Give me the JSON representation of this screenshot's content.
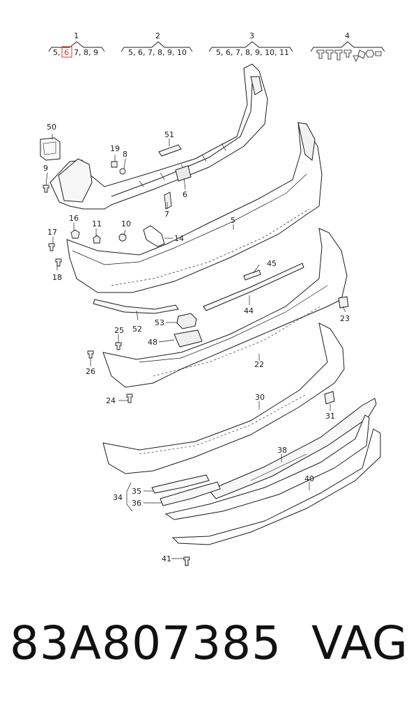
{
  "header_groups": [
    {
      "number": "1",
      "items": [
        "5,",
        "6",
        "7, 8, 9"
      ],
      "highlight_index": 1
    },
    {
      "number": "2",
      "items": [
        "5, 6, 7, 8, 9, 10"
      ]
    },
    {
      "number": "3",
      "items": [
        "5, 6, 7, 8, 9, 10, 11"
      ]
    },
    {
      "number": "4",
      "items": []
    }
  ],
  "callouts": {
    "c50": "50",
    "c51": "51",
    "c19": "19",
    "c8": "8",
    "c9": "9",
    "c6": "6",
    "c7": "7",
    "c16": "16",
    "c11": "11",
    "c10": "10",
    "c14": "14",
    "c17": "17",
    "c18": "18",
    "c5": "5",
    "c45": "45",
    "c44": "44",
    "c23": "23",
    "c53": "53",
    "c48": "48",
    "c52": "52",
    "c25": "25",
    "c26": "26",
    "c22": "22",
    "c24": "24",
    "c30": "30",
    "c31": "31",
    "c38": "38",
    "c35": "35",
    "c34": "34",
    "c36": "36",
    "c40": "40",
    "c41": "41"
  },
  "footer": {
    "part_number": "83A807385",
    "brand": "VAG"
  },
  "colors": {
    "highlight": "#e0322b",
    "line": "#1a1a1a"
  }
}
